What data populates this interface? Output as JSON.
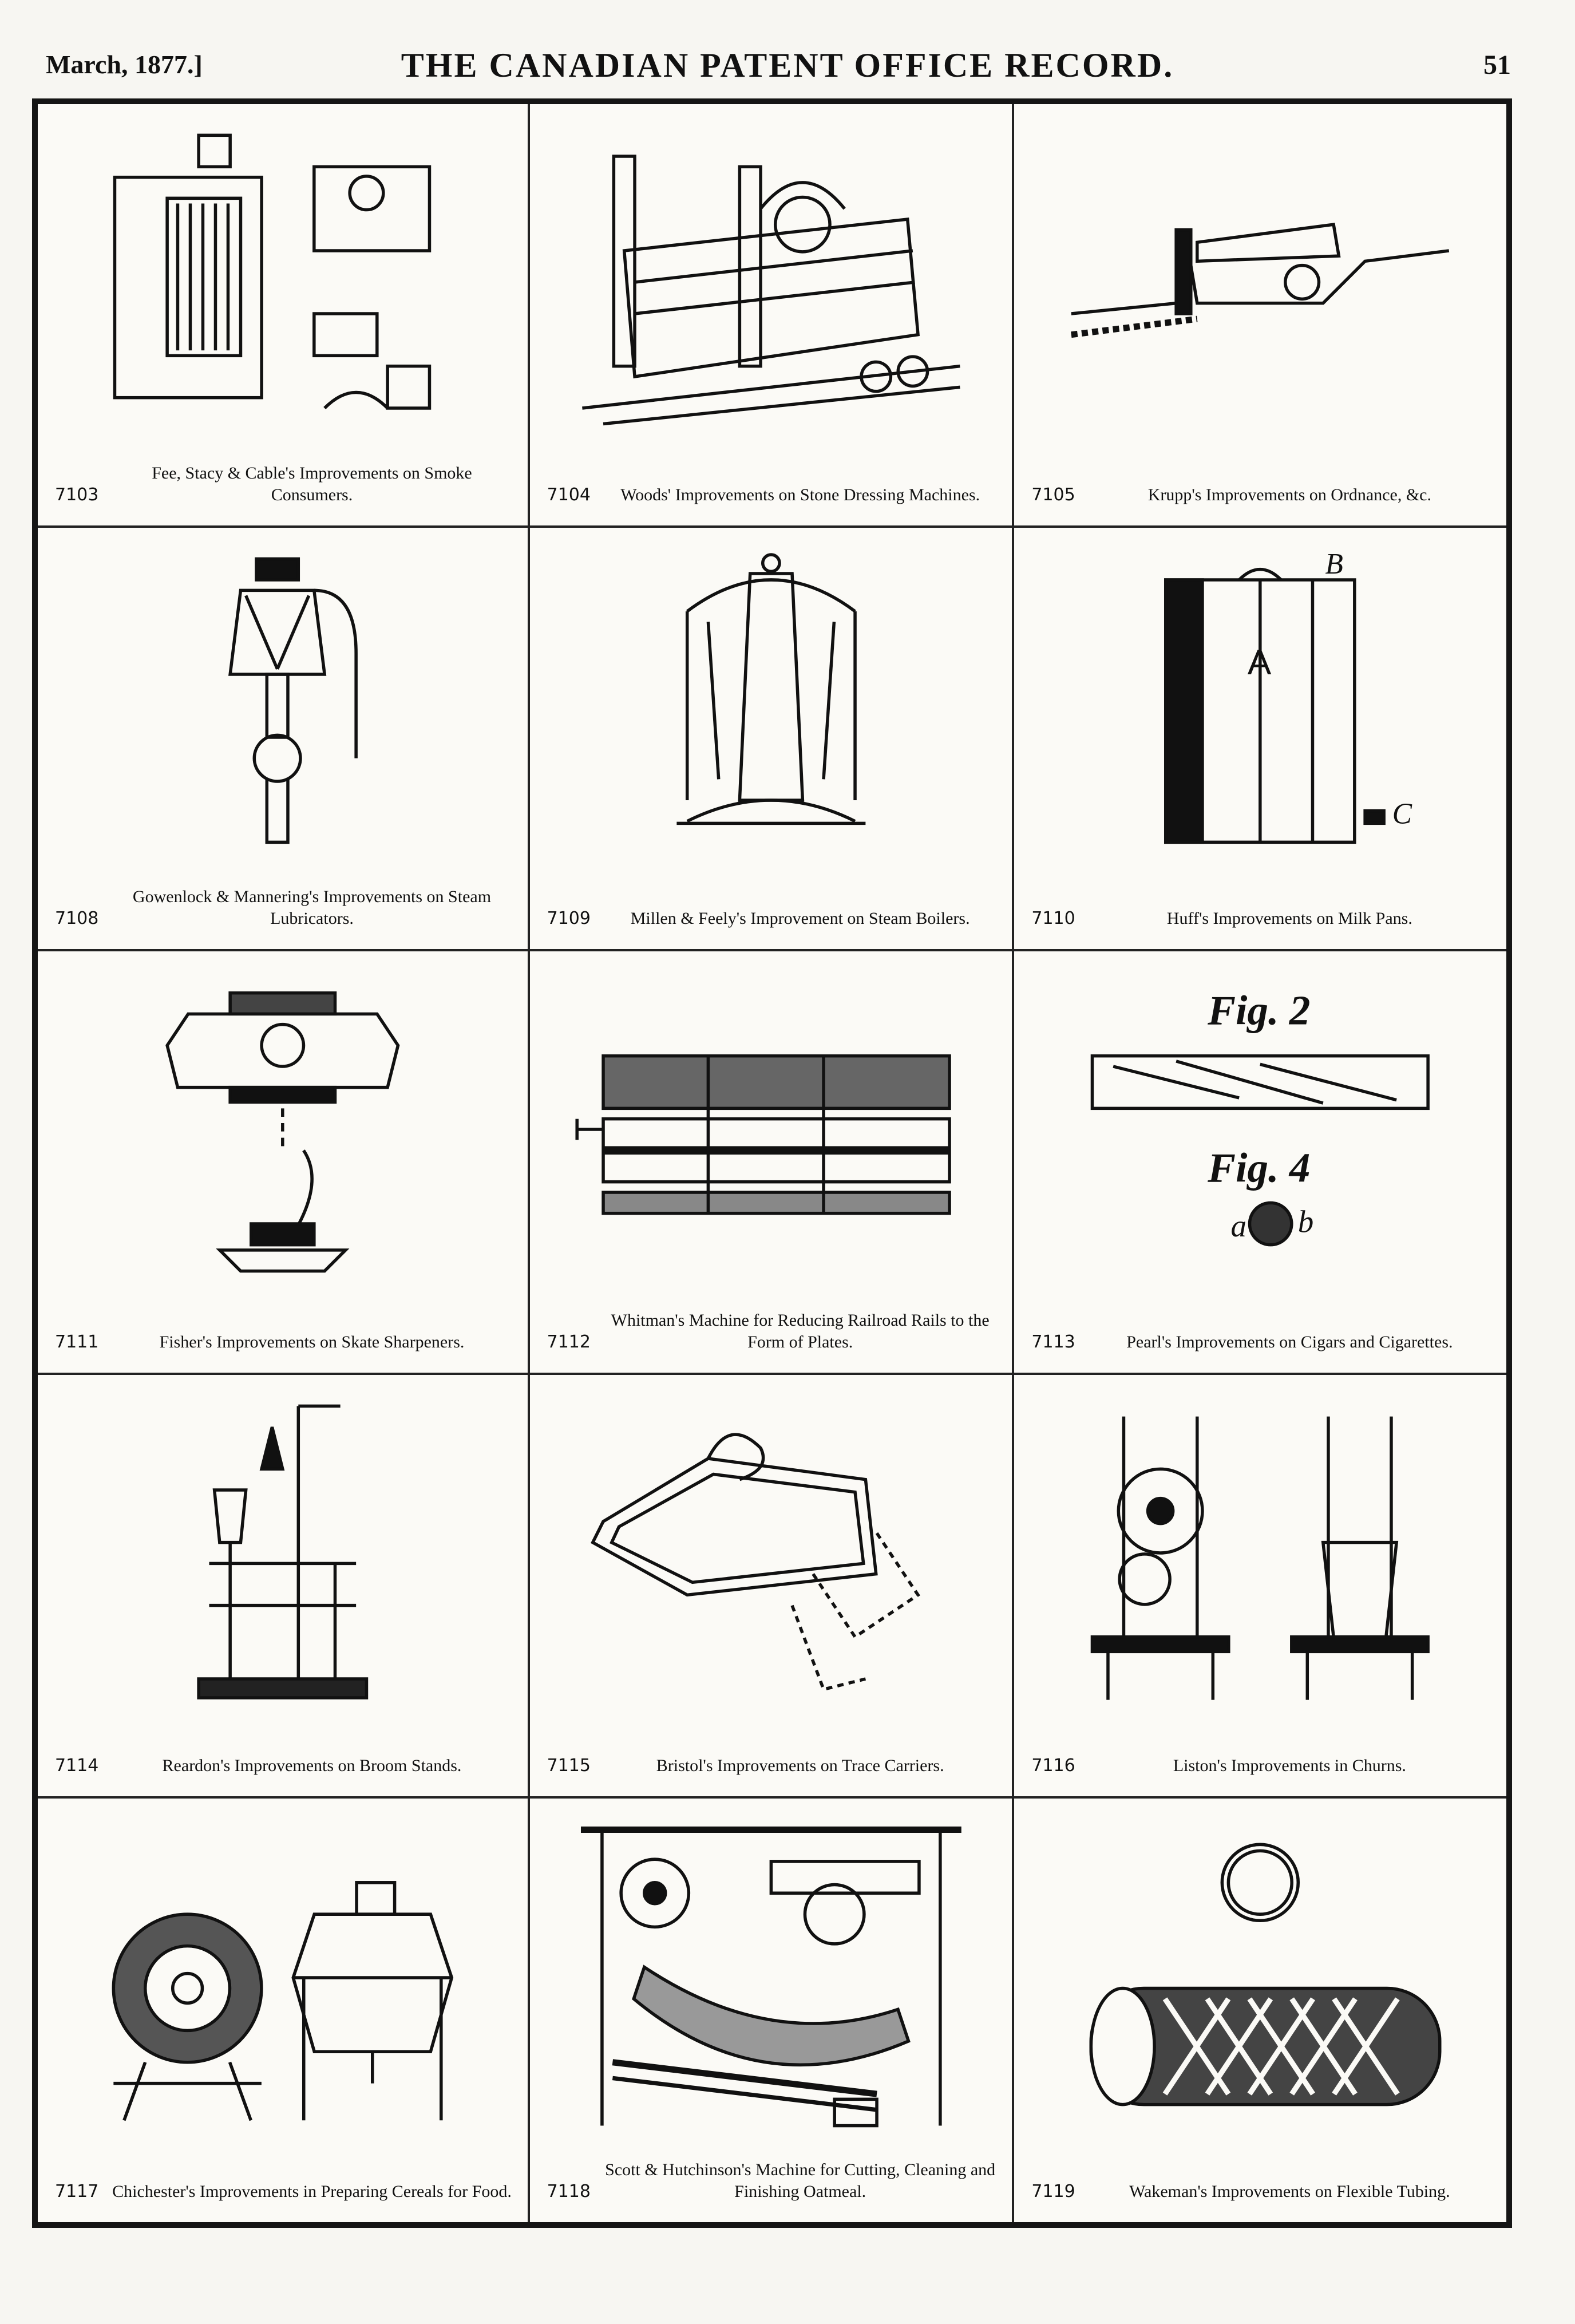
{
  "header": {
    "date": "March, 1877.]",
    "title": "THE CANADIAN PATENT OFFICE RECORD.",
    "page_number": "51"
  },
  "entries": [
    {
      "number": "7103",
      "caption": "Fee, Stacy & Cable's Improvements on Smoke Consumers.",
      "figure": "smoke-consumer-drawing"
    },
    {
      "number": "7104",
      "caption": "Woods' Improvements on Stone Dressing Machines.",
      "figure": "stone-dressing-machine-drawing"
    },
    {
      "number": "7105",
      "caption": "Krupp's Improvements on Ordnance, &c.",
      "figure": "ordnance-drawing"
    },
    {
      "number": "7108",
      "caption": "Gowenlock & Mannering's Improvements on Steam Lubricators.",
      "figure": "steam-lubricator-drawing"
    },
    {
      "number": "7109",
      "caption": "Millen & Feely's Improvement on Steam Boilers.",
      "figure": "steam-boiler-drawing"
    },
    {
      "number": "7110",
      "caption": "Huff's Improvements on Milk Pans.",
      "figure": "milk-pan-drawing",
      "labels": [
        "A",
        "B",
        "C"
      ]
    },
    {
      "number": "7111",
      "caption": "Fisher's Improvements on Skate Sharpeners.",
      "figure": "skate-sharpener-drawing"
    },
    {
      "number": "7112",
      "caption": "Whitman's Machine for Reducing Railroad Rails to the Form of Plates.",
      "figure": "rail-reducing-machine-drawing"
    },
    {
      "number": "7113",
      "caption": "Pearl's Improvements on Cigars and Cigarettes.",
      "figure": "cigar-drawing",
      "labels": [
        "Fig. 2",
        "Fig. 4",
        "a",
        "b"
      ]
    },
    {
      "number": "7114",
      "caption": "Reardon's Improvements on Broom Stands.",
      "figure": "broom-stand-drawing"
    },
    {
      "number": "7115",
      "caption": "Bristol's Improvements on Trace Carriers.",
      "figure": "trace-carrier-drawing"
    },
    {
      "number": "7116",
      "caption": "Liston's Improvements in Churns.",
      "figure": "churn-drawing"
    },
    {
      "number": "7117",
      "caption": "Chichester's Improvements in Preparing Cereals for Food.",
      "figure": "cereal-preparing-drawing"
    },
    {
      "number": "7118",
      "caption": "Scott & Hutchinson's Machine for Cutting, Cleaning and Finishing Oatmeal.",
      "figure": "oatmeal-machine-drawing"
    },
    {
      "number": "7119",
      "caption": "Wakeman's Improvements on Flexible Tubing.",
      "figure": "flexible-tubing-drawing"
    }
  ]
}
